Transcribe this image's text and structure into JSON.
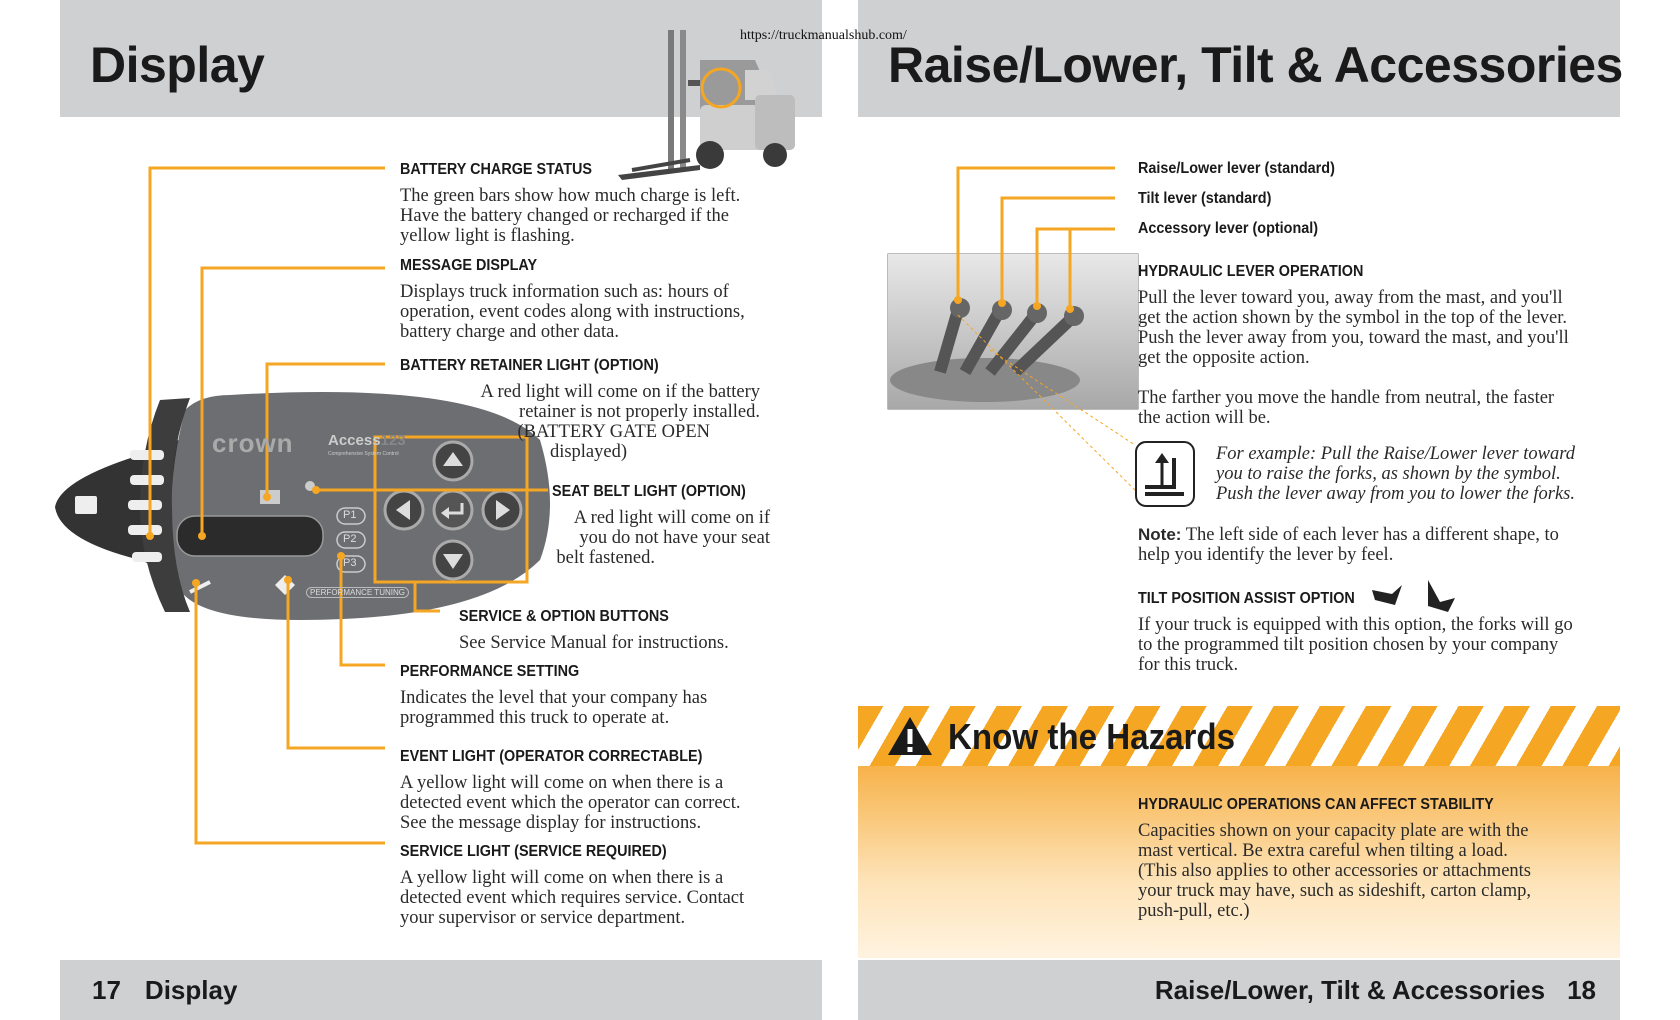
{
  "url": "https://truckmanualshub.com/",
  "left": {
    "title": "Display",
    "footer_num": "17",
    "footer_label": "Display",
    "panel": {
      "brand": "crown",
      "product": "Access",
      "product_num": "123",
      "subtitle": "Comprehensive System Control",
      "p1": "P1",
      "p2": "P2",
      "p3": "P3",
      "tuning": "PERFORMANCE TUNING"
    },
    "items": [
      {
        "heading": "BATTERY CHARGE STATUS",
        "lines": [
          "The green bars show how much charge is left.",
          "Have the battery changed or recharged if the",
          "yellow light is flashing."
        ]
      },
      {
        "heading": "MESSAGE DISPLAY",
        "lines": [
          "Displays truck information such as: hours of",
          "operation, event codes along with instructions,",
          "battery charge and other data."
        ]
      },
      {
        "heading": "BATTERY RETAINER LIGHT (OPTION)",
        "lines": [
          "A red light will come on if the battery",
          "retainer is not properly installed.",
          "(BATTERY GATE OPEN",
          "displayed)"
        ]
      },
      {
        "heading": "SEAT BELT LIGHT (OPTION)",
        "lines": [
          "A red light will come on if",
          "you do not have your seat",
          "belt fastened."
        ]
      },
      {
        "heading": "SERVICE & OPTION BUTTONS",
        "lines": [
          "See Service Manual for instructions."
        ]
      },
      {
        "heading": "PERFORMANCE SETTING",
        "lines": [
          "Indicates the level that your company has",
          "programmed this truck to operate at."
        ]
      },
      {
        "heading": "EVENT LIGHT (OPERATOR CORRECTABLE)",
        "lines": [
          "A  yellow light will come on when there is a",
          "detected event which the operator can correct.",
          "See the message display for instructions."
        ]
      },
      {
        "heading": "SERVICE LIGHT (SERVICE REQUIRED)",
        "lines": [
          "A yellow light will come on when there is a",
          "detected event which requires service. Contact",
          "your supervisor or service department."
        ]
      }
    ]
  },
  "right": {
    "title": "Raise/Lower, Tilt & Accessories",
    "footer_label": "Raise/Lower, Tilt & Accessories",
    "footer_num": "18",
    "levers": [
      "Raise/Lower lever (standard)",
      "Tilt lever (standard)",
      "Accessory lever (optional)"
    ],
    "hyd_heading": "HYDRAULIC LEVER OPERATION",
    "hyd_lines": [
      "Pull the lever toward you, away from the mast, and you'll",
      "get the action shown by the symbol in the top of the lever.",
      "Push the lever away from you, toward the mast, and you'll",
      "get the opposite action."
    ],
    "farther_lines": [
      "The farther you move the handle from neutral, the faster",
      "the action will be."
    ],
    "example_lines": [
      "For example:  Pull the Raise/Lower lever toward",
      "you to raise the forks, as shown by the symbol.",
      "Push the lever away from you to lower the forks."
    ],
    "note_label": "Note:",
    "note_lines": [
      " The left side of each lever has a different shape, to",
      "help you identify the lever by feel."
    ],
    "tilt_heading": "TILT POSITION ASSIST OPTION",
    "tilt_lines": [
      "If your truck is equipped with this option, the forks will go",
      "to the programmed tilt position chosen by your company",
      "for this truck."
    ],
    "hazard_title": "Know the Hazards",
    "hazard_heading": "HYDRAULIC OPERATIONS CAN AFFECT STABILITY",
    "hazard_lines": [
      "Capacities shown on your capacity plate are with the",
      "mast vertical.  Be extra careful when tilting a load.",
      "(This also applies to other accessories or attachments",
      "your truck may have, such as sideshift, carton clamp,",
      "push-pull, etc.)"
    ]
  },
  "colors": {
    "accent": "#f5a623",
    "band": "#cfd0d2",
    "panel": "#6d6e71"
  }
}
